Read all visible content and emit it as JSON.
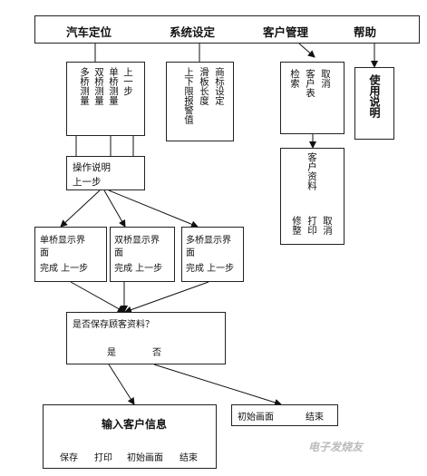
{
  "menu": {
    "car_position": "汽车定位",
    "system_settings": "系统设定",
    "customer_mgmt": "客户管理",
    "help": "帮助"
  },
  "car_submenu": {
    "col1": "上一步",
    "col2": "单桥测量",
    "col3": "双桥测量",
    "col4": "多桥测量"
  },
  "system_submenu": {
    "col1": "商标设定",
    "col2": "滑板长度",
    "col3": "上下限报警值"
  },
  "customer_submenu": {
    "col1": "取消",
    "col2": "客户表",
    "col3": "检索"
  },
  "help_submenu": {
    "label": "使用说明"
  },
  "customer_data": {
    "title": "客户资料",
    "cancel": "取消",
    "print": "打印",
    "edit": "修整"
  },
  "operation": {
    "line1": "操作说明",
    "line2": "上一步"
  },
  "displays": [
    {
      "line1": "单桥显示界",
      "line2": "面",
      "line3": "完成  上一步"
    },
    {
      "line1": "双桥显示界",
      "line2": "面",
      "line3": "完成  上一步"
    },
    {
      "line1": "多桥显示界",
      "line2": "面",
      "line3": "完成  上一步"
    }
  ],
  "save_prompt": {
    "question": "是否保存顾客资料？",
    "yes": "是",
    "no": "否"
  },
  "input_info": {
    "title": "输入客户信息",
    "save": "保存",
    "print": "打印",
    "init": "初始画面",
    "end": "结束"
  },
  "end_box": {
    "init": "初始画面",
    "end": "结束"
  },
  "watermark": "电子发烧友"
}
